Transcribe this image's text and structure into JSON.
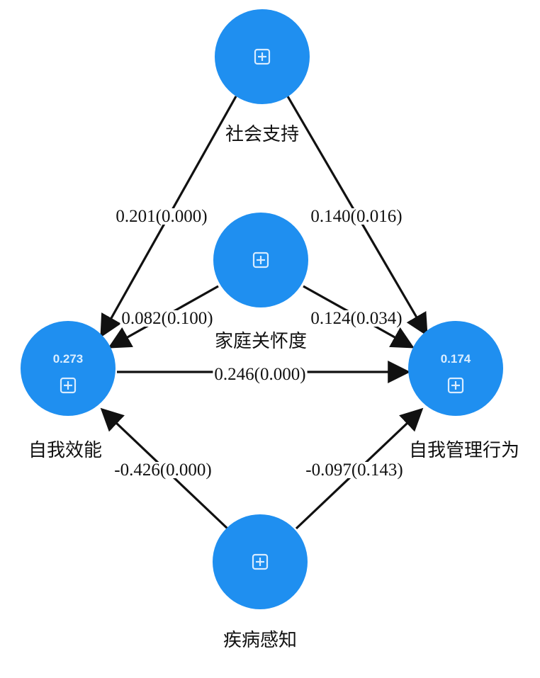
{
  "colors": {
    "node": "#1f8ff0",
    "edge": "#111111",
    "icon": "#d8ecff"
  },
  "nodes": [
    {
      "id": "social",
      "name": "社会支持",
      "r2": null,
      "icon": "expand-plus-icon"
    },
    {
      "id": "family",
      "name": "家庭关怀度",
      "r2": null,
      "icon": "expand-plus-icon"
    },
    {
      "id": "efficacy",
      "name": "自我效能",
      "r2": "0.273",
      "icon": "expand-plus-icon"
    },
    {
      "id": "behavior",
      "name": "自我管理行为",
      "r2": "0.174",
      "icon": "expand-plus-icon"
    },
    {
      "id": "illness",
      "name": "疾病感知",
      "r2": null,
      "icon": "expand-plus-icon"
    }
  ],
  "edges": [
    {
      "from": "social",
      "to": "efficacy",
      "label": "0.201(0.000)"
    },
    {
      "from": "social",
      "to": "behavior",
      "label": "0.140(0.016)"
    },
    {
      "from": "family",
      "to": "efficacy",
      "label": "0.082(0.100)"
    },
    {
      "from": "family",
      "to": "behavior",
      "label": "0.124(0.034)"
    },
    {
      "from": "efficacy",
      "to": "behavior",
      "label": "0.246(0.000)"
    },
    {
      "from": "illness",
      "to": "efficacy",
      "label": "-0.426(0.000)"
    },
    {
      "from": "illness",
      "to": "behavior",
      "label": "-0.097(0.143)"
    }
  ]
}
